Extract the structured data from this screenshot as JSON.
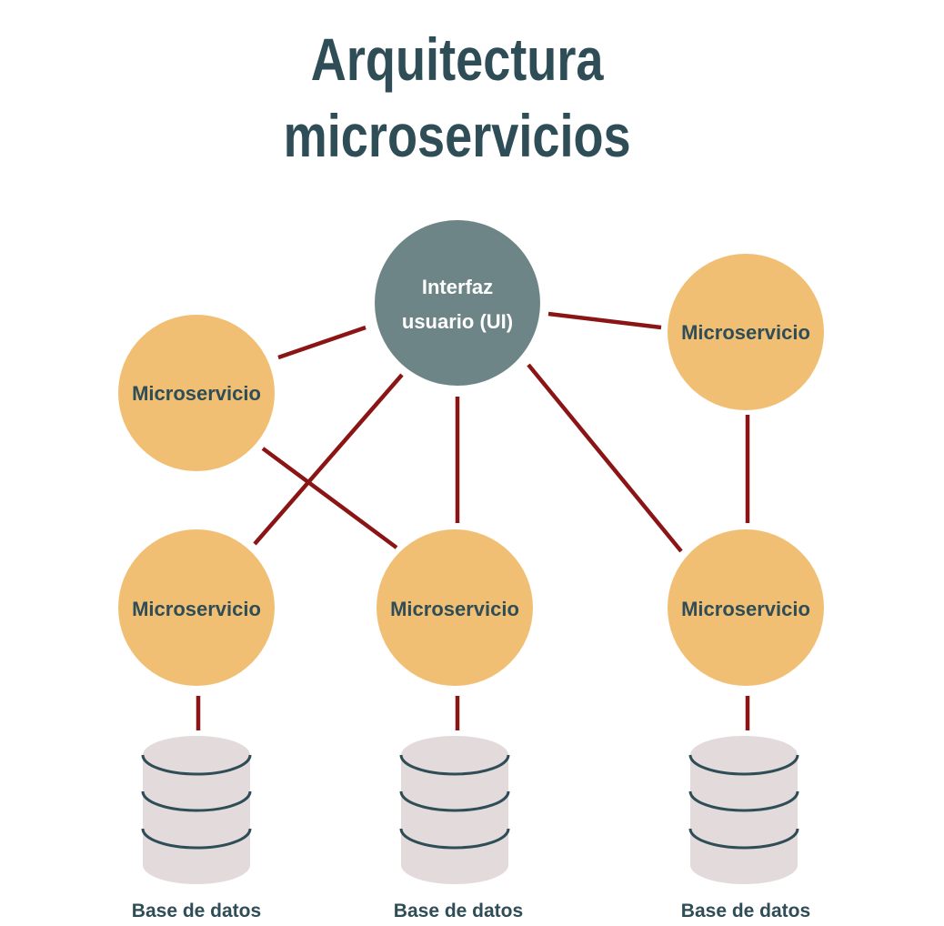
{
  "title": {
    "line1": "Arquitectura",
    "line2": "microservicios"
  },
  "ui_node": {
    "line1": "Interfaz",
    "line2": "usuario (UI)"
  },
  "microservice_label": "Microservicio",
  "database_label": "Base de datos",
  "colors": {
    "title": "#2f4d56",
    "microservice": "#f1bf74",
    "ui": "#6d8586",
    "connector": "#8b1414",
    "database": "#e3dadb"
  }
}
